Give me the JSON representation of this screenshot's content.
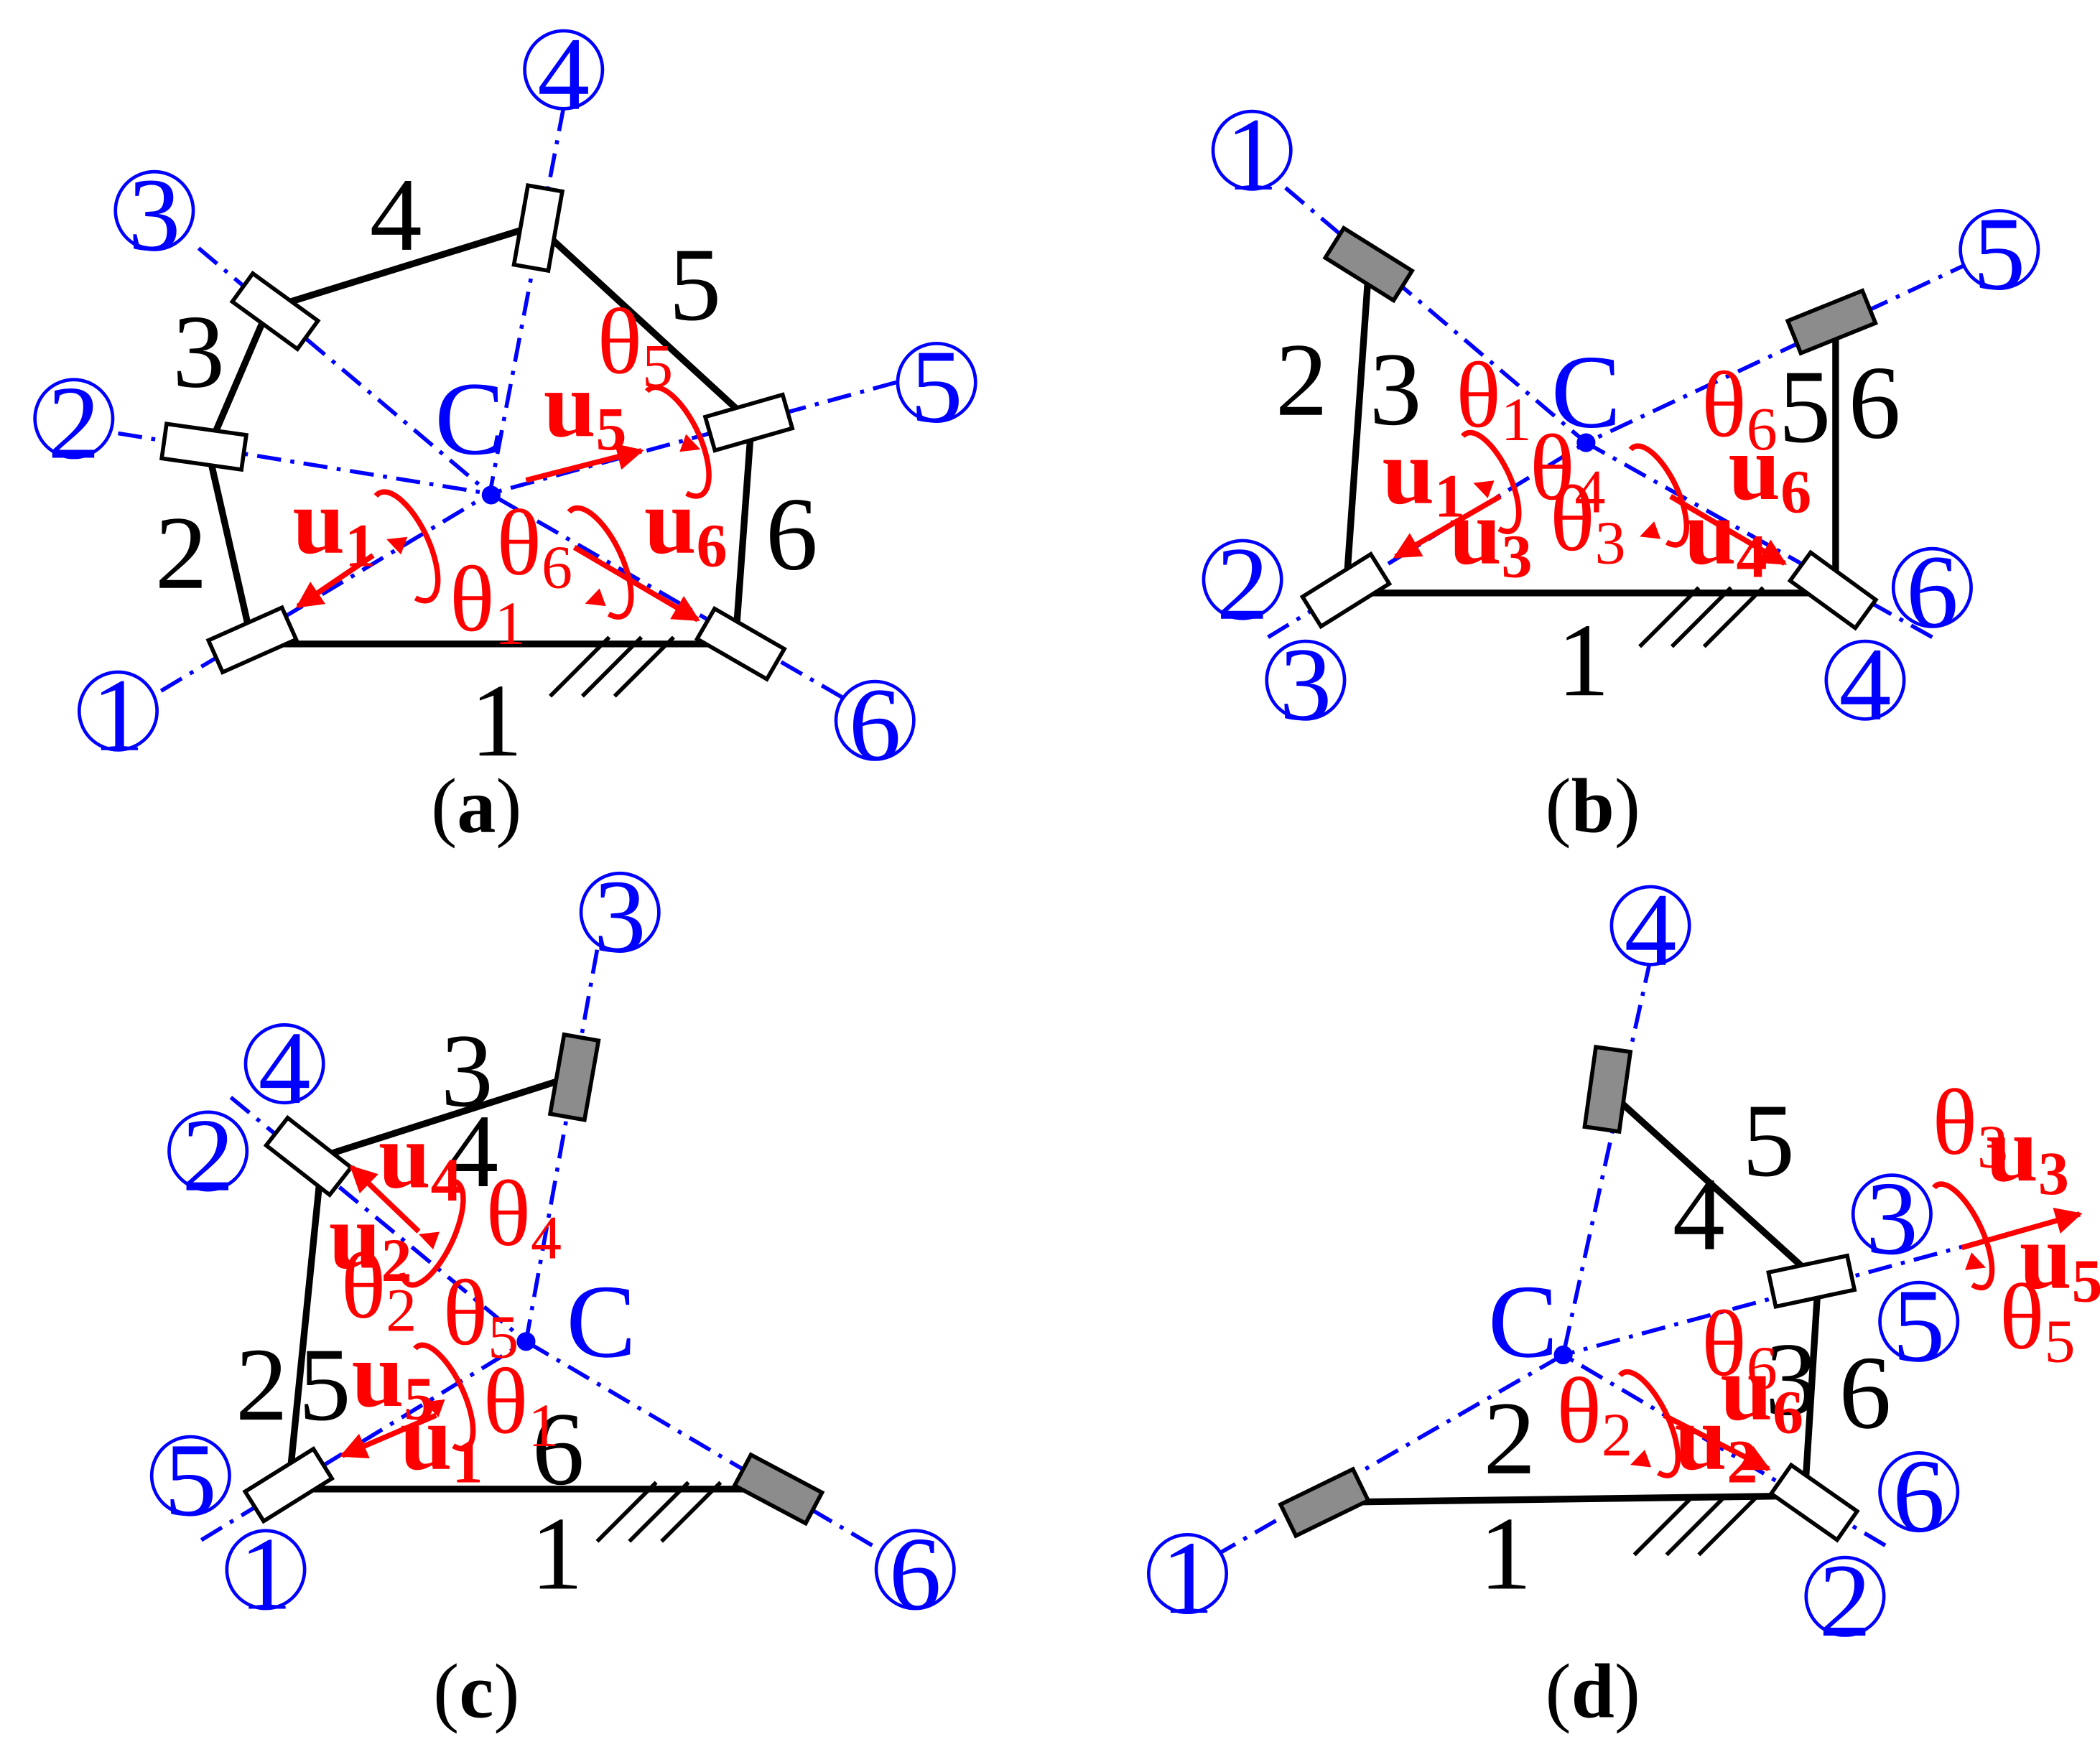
{
  "colors": {
    "link": "#000000",
    "axis": "#0000ff",
    "motion": "#ff0000",
    "prismatic_grey": "#8c8c8c",
    "prismatic_white": "#ffffff"
  },
  "panels": [
    {
      "caption": {
        "open": "(",
        "letter": "a",
        "close": ")"
      },
      "center_label": "C",
      "link_labels": [
        "1",
        "2",
        "3",
        "4",
        "5",
        "6"
      ],
      "axis_labels": [
        "1",
        "2",
        "3",
        "4",
        "5",
        "6"
      ],
      "vectors": [
        {
          "sym": "u",
          "sub": "1"
        },
        {
          "sym": "u",
          "sub": "5"
        },
        {
          "sym": "u",
          "sub": "6"
        }
      ],
      "angles": [
        {
          "sym": "θ",
          "sub": "1"
        },
        {
          "sym": "θ",
          "sub": "5"
        },
        {
          "sym": "θ",
          "sub": "6"
        }
      ]
    },
    {
      "caption": {
        "open": "(",
        "letter": "b",
        "close": ")"
      },
      "center_label": "C",
      "link_labels": [
        "1",
        "2",
        "3",
        "5",
        "6"
      ],
      "axis_labels": [
        "1",
        "2",
        "3",
        "4",
        "5",
        "6"
      ],
      "vectors": [
        {
          "sym": "u",
          "sub": "1"
        },
        {
          "sym": "u",
          "sub": "3"
        },
        {
          "sym": "u",
          "sub": "4"
        },
        {
          "sym": "u",
          "sub": "6"
        }
      ],
      "angles": [
        {
          "sym": "θ",
          "sub": "1"
        },
        {
          "sym": "θ",
          "sub": "3"
        },
        {
          "sym": "θ",
          "sub": "4"
        },
        {
          "sym": "θ",
          "sub": "6"
        }
      ]
    },
    {
      "caption": {
        "open": "(",
        "letter": "c",
        "close": ")"
      },
      "center_label": "C",
      "link_labels": [
        "1",
        "2",
        "3",
        "4",
        "5",
        "6"
      ],
      "axis_labels": [
        "1",
        "2",
        "3",
        "4",
        "5",
        "6"
      ],
      "vectors": [
        {
          "sym": "u",
          "sub": "1"
        },
        {
          "sym": "u",
          "sub": "2"
        },
        {
          "sym": "u",
          "sub": "4"
        },
        {
          "sym": "u",
          "sub": "5"
        }
      ],
      "angles": [
        {
          "sym": "θ",
          "sub": "1"
        },
        {
          "sym": "θ",
          "sub": "2"
        },
        {
          "sym": "θ",
          "sub": "4"
        },
        {
          "sym": "θ",
          "sub": "5"
        }
      ]
    },
    {
      "caption": {
        "open": "(",
        "letter": "d",
        "close": ")"
      },
      "center_label": "C",
      "link_labels": [
        "1",
        "2",
        "3",
        "4",
        "5",
        "6"
      ],
      "axis_labels": [
        "1",
        "2",
        "3",
        "4",
        "5",
        "6"
      ],
      "vectors": [
        {
          "sym": "u",
          "sub": "2"
        },
        {
          "sym": "u",
          "sub": "3"
        },
        {
          "sym": "u",
          "sub": "5"
        },
        {
          "sym": "u",
          "sub": "6"
        }
      ],
      "angles": [
        {
          "sym": "θ",
          "sub": "2"
        },
        {
          "sym": "θ",
          "sub": "3"
        },
        {
          "sym": "θ",
          "sub": "5"
        },
        {
          "sym": "θ",
          "sub": "6"
        }
      ]
    }
  ]
}
